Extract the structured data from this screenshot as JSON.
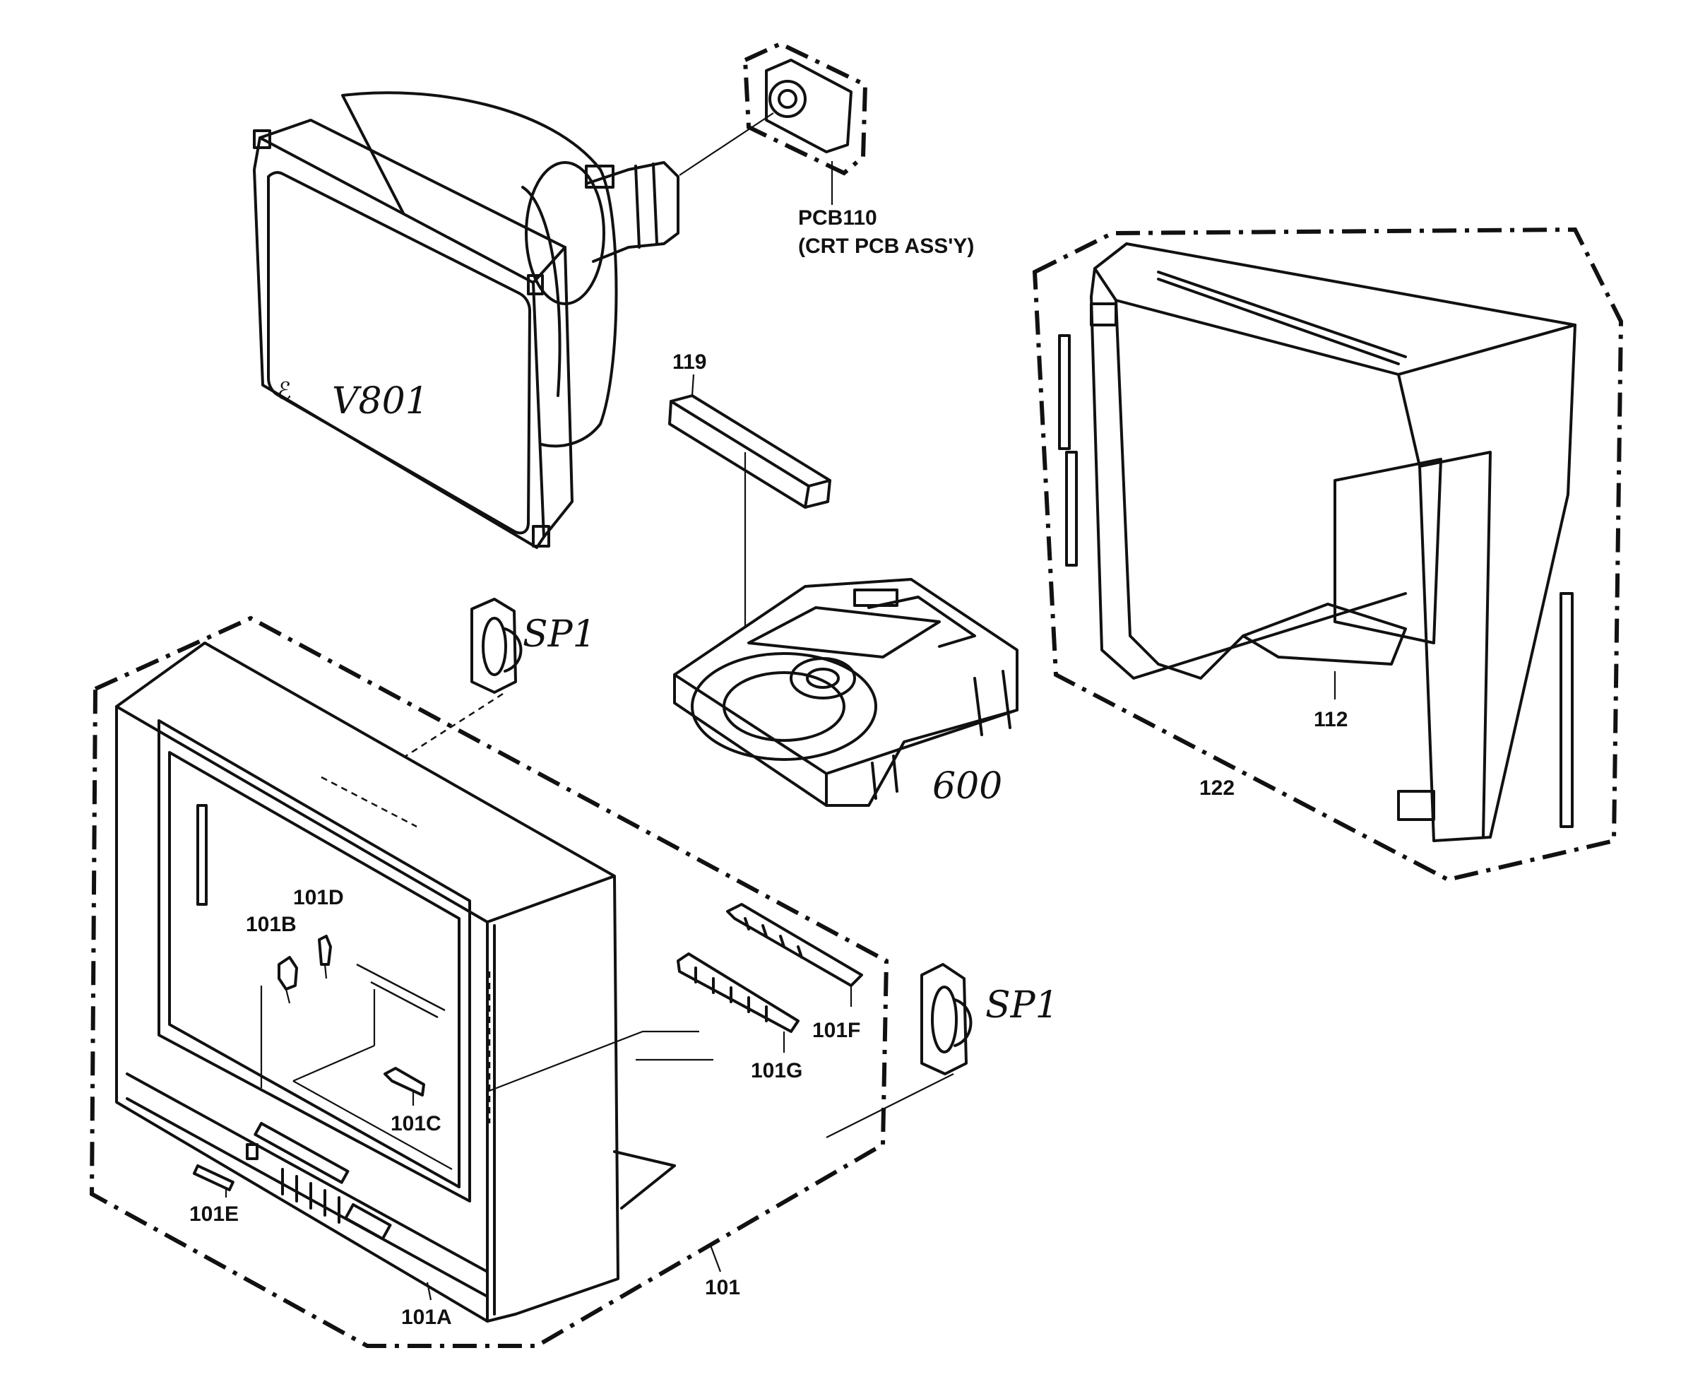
{
  "labels": {
    "pcb110": "PCB110",
    "pcb110_desc": "(CRT PCB ASS'Y)",
    "v801": "V801",
    "p119": "119",
    "p600": "600",
    "p112": "112",
    "p122": "122",
    "sp1_top": "SP1",
    "sp1_right": "SP1",
    "p101": "101",
    "p101a": "101A",
    "p101b": "101B",
    "p101c": "101C",
    "p101d": "101D",
    "p101e": "101E",
    "p101f": "101F",
    "p101g": "101G"
  }
}
